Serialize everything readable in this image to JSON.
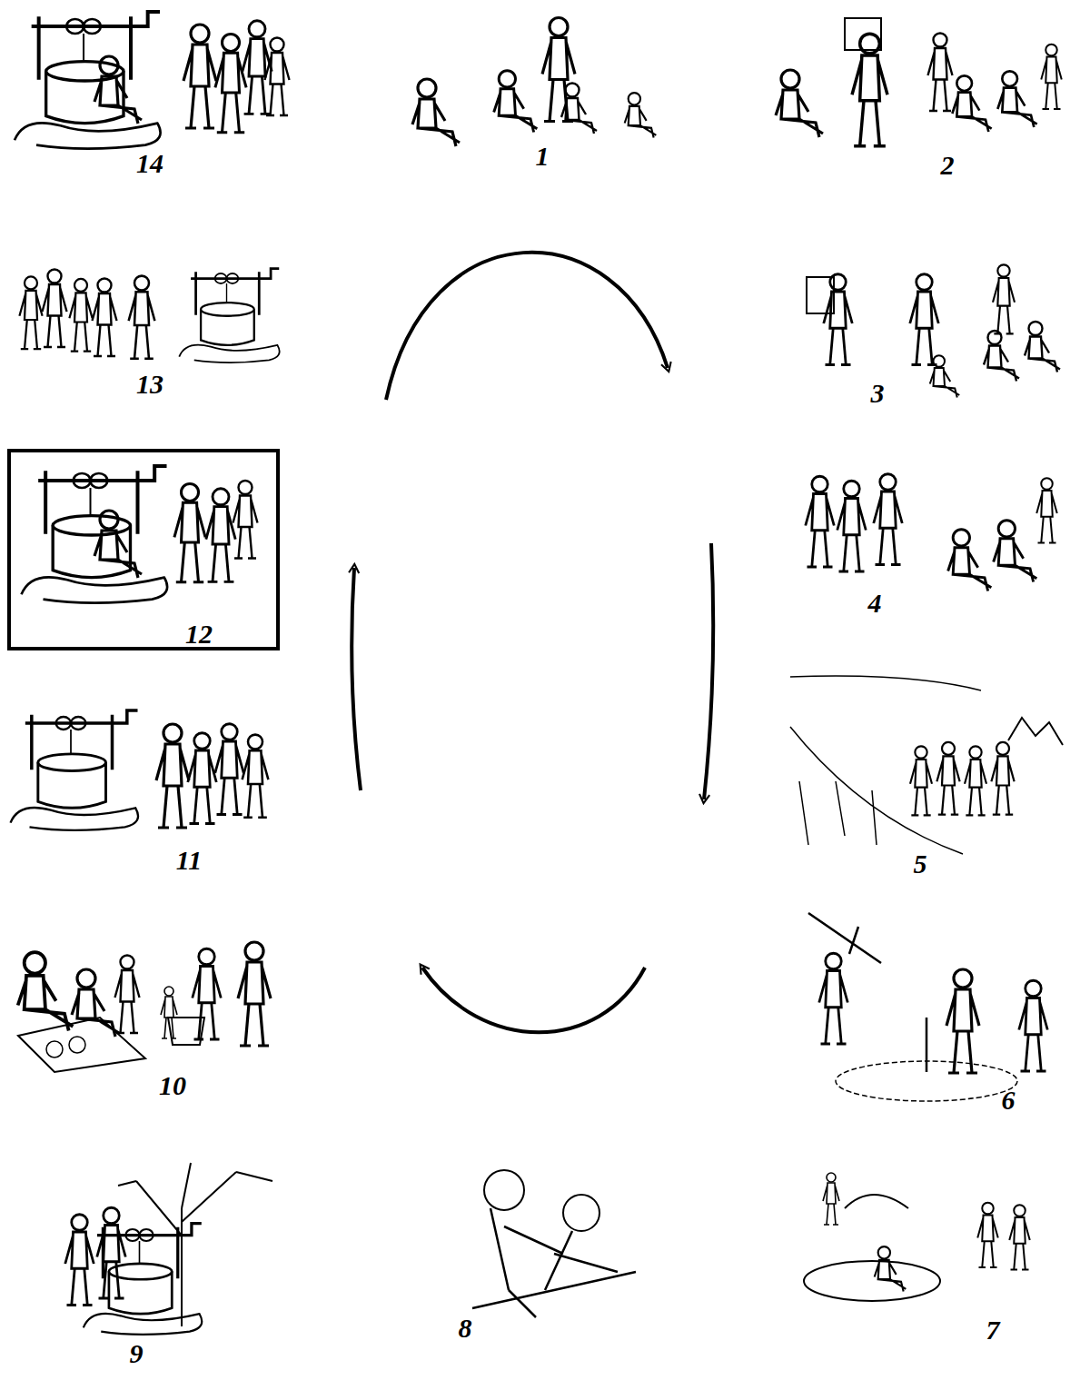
{
  "diagram": {
    "nodes": [
      {
        "text": [
          "12"
        ]
      }
    ],
    "labels": [
      "14",
      "1",
      "2",
      "13",
      "3",
      "4",
      "11",
      "5",
      "10",
      "6",
      "9",
      "8",
      "7"
    ]
  }
}
